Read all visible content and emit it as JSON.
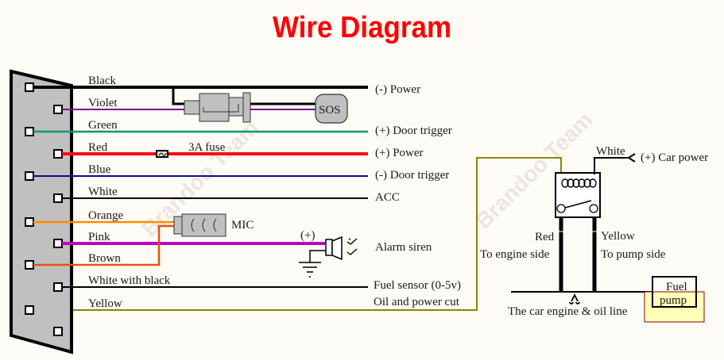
{
  "title": "Wire Diagram",
  "watermark": "Brandoo Team",
  "colors": {
    "title": "#ff0000",
    "connector_fill": "#c0c0c0",
    "black": "#000000",
    "violet": "#7b0f8a",
    "green": "#0c9a6c",
    "red": "#ff0a0a",
    "blue": "#0a0a8c",
    "white_wire": "#000000",
    "orange": "#ff8a00",
    "pink": "#c000c0",
    "brown": "#e05410",
    "yellow": "#8f8400",
    "pump_fill": "#ffffb8",
    "pump_border": "#8b0000"
  },
  "wires": [
    {
      "name": "Black",
      "function": "(-) Power"
    },
    {
      "name": "Violet",
      "function": "SOS"
    },
    {
      "name": "Green",
      "function": "(+) Door trigger"
    },
    {
      "name": "Red",
      "function": "(+) Power"
    },
    {
      "name": "Blue",
      "function": "(-) Door trigger"
    },
    {
      "name": "White",
      "function": "ACC"
    },
    {
      "name": "Orange",
      "function": "MIC"
    },
    {
      "name": "Pink",
      "function": "Alarm siren"
    },
    {
      "name": "Brown",
      "function": "MIC"
    },
    {
      "name": "White with black",
      "function": "Fuel sensor (0-5v)"
    },
    {
      "name": "Yellow",
      "function": "Oil and power cut"
    }
  ],
  "components": {
    "sos": "SOS",
    "fuse": "3A fuse",
    "mic": "MIC",
    "siren_polarity": "(+)",
    "alarm_siren": "Alarm siren"
  },
  "relay": {
    "white_label": "White",
    "car_power": "(+) Car power",
    "red_label": "Red",
    "engine_side": "To engine side",
    "yellow_label": "Yellow",
    "pump_side": "To pump side",
    "engine_line": "The car engine & oil line",
    "fuel_pump_line1": "Fuel",
    "fuel_pump_line2": "pump"
  }
}
